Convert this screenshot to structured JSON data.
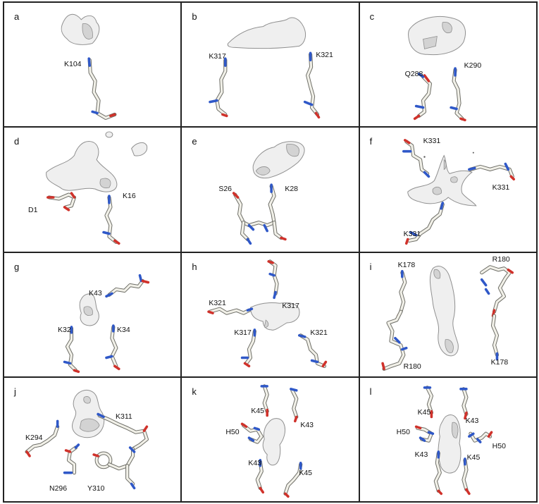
{
  "panels": [
    {
      "label": "a",
      "residues": [
        "K104"
      ]
    },
    {
      "label": "b",
      "residues": [
        "K317",
        "K321"
      ]
    },
    {
      "label": "c",
      "residues": [
        "Q288",
        "K290"
      ]
    },
    {
      "label": "d",
      "residues": [
        "D1",
        "K16"
      ]
    },
    {
      "label": "e",
      "residues": [
        "S26",
        "K28"
      ]
    },
    {
      "label": "f",
      "residues": [
        "K331",
        "K331",
        "K331"
      ]
    },
    {
      "label": "g",
      "residues": [
        "K43",
        "K32",
        "K34"
      ]
    },
    {
      "label": "h",
      "residues": [
        "K321",
        "K317",
        "K317",
        "K321"
      ]
    },
    {
      "label": "i",
      "residues": [
        "K178",
        "R180",
        "R180",
        "K178"
      ]
    },
    {
      "label": "j",
      "residues": [
        "K294",
        "K311",
        "N296",
        "Y310"
      ]
    },
    {
      "label": "k",
      "residues": [
        "K45",
        "H50",
        "K43",
        "K43",
        "K45"
      ]
    },
    {
      "label": "l",
      "residues": [
        "K45",
        "K43",
        "H50",
        "H50",
        "K43",
        "K45"
      ]
    }
  ],
  "colors": {
    "nitrogen": "#2f58c8",
    "oxygen": "#d0322b",
    "carbon": "#f1f0e8",
    "density": "#efefef"
  }
}
